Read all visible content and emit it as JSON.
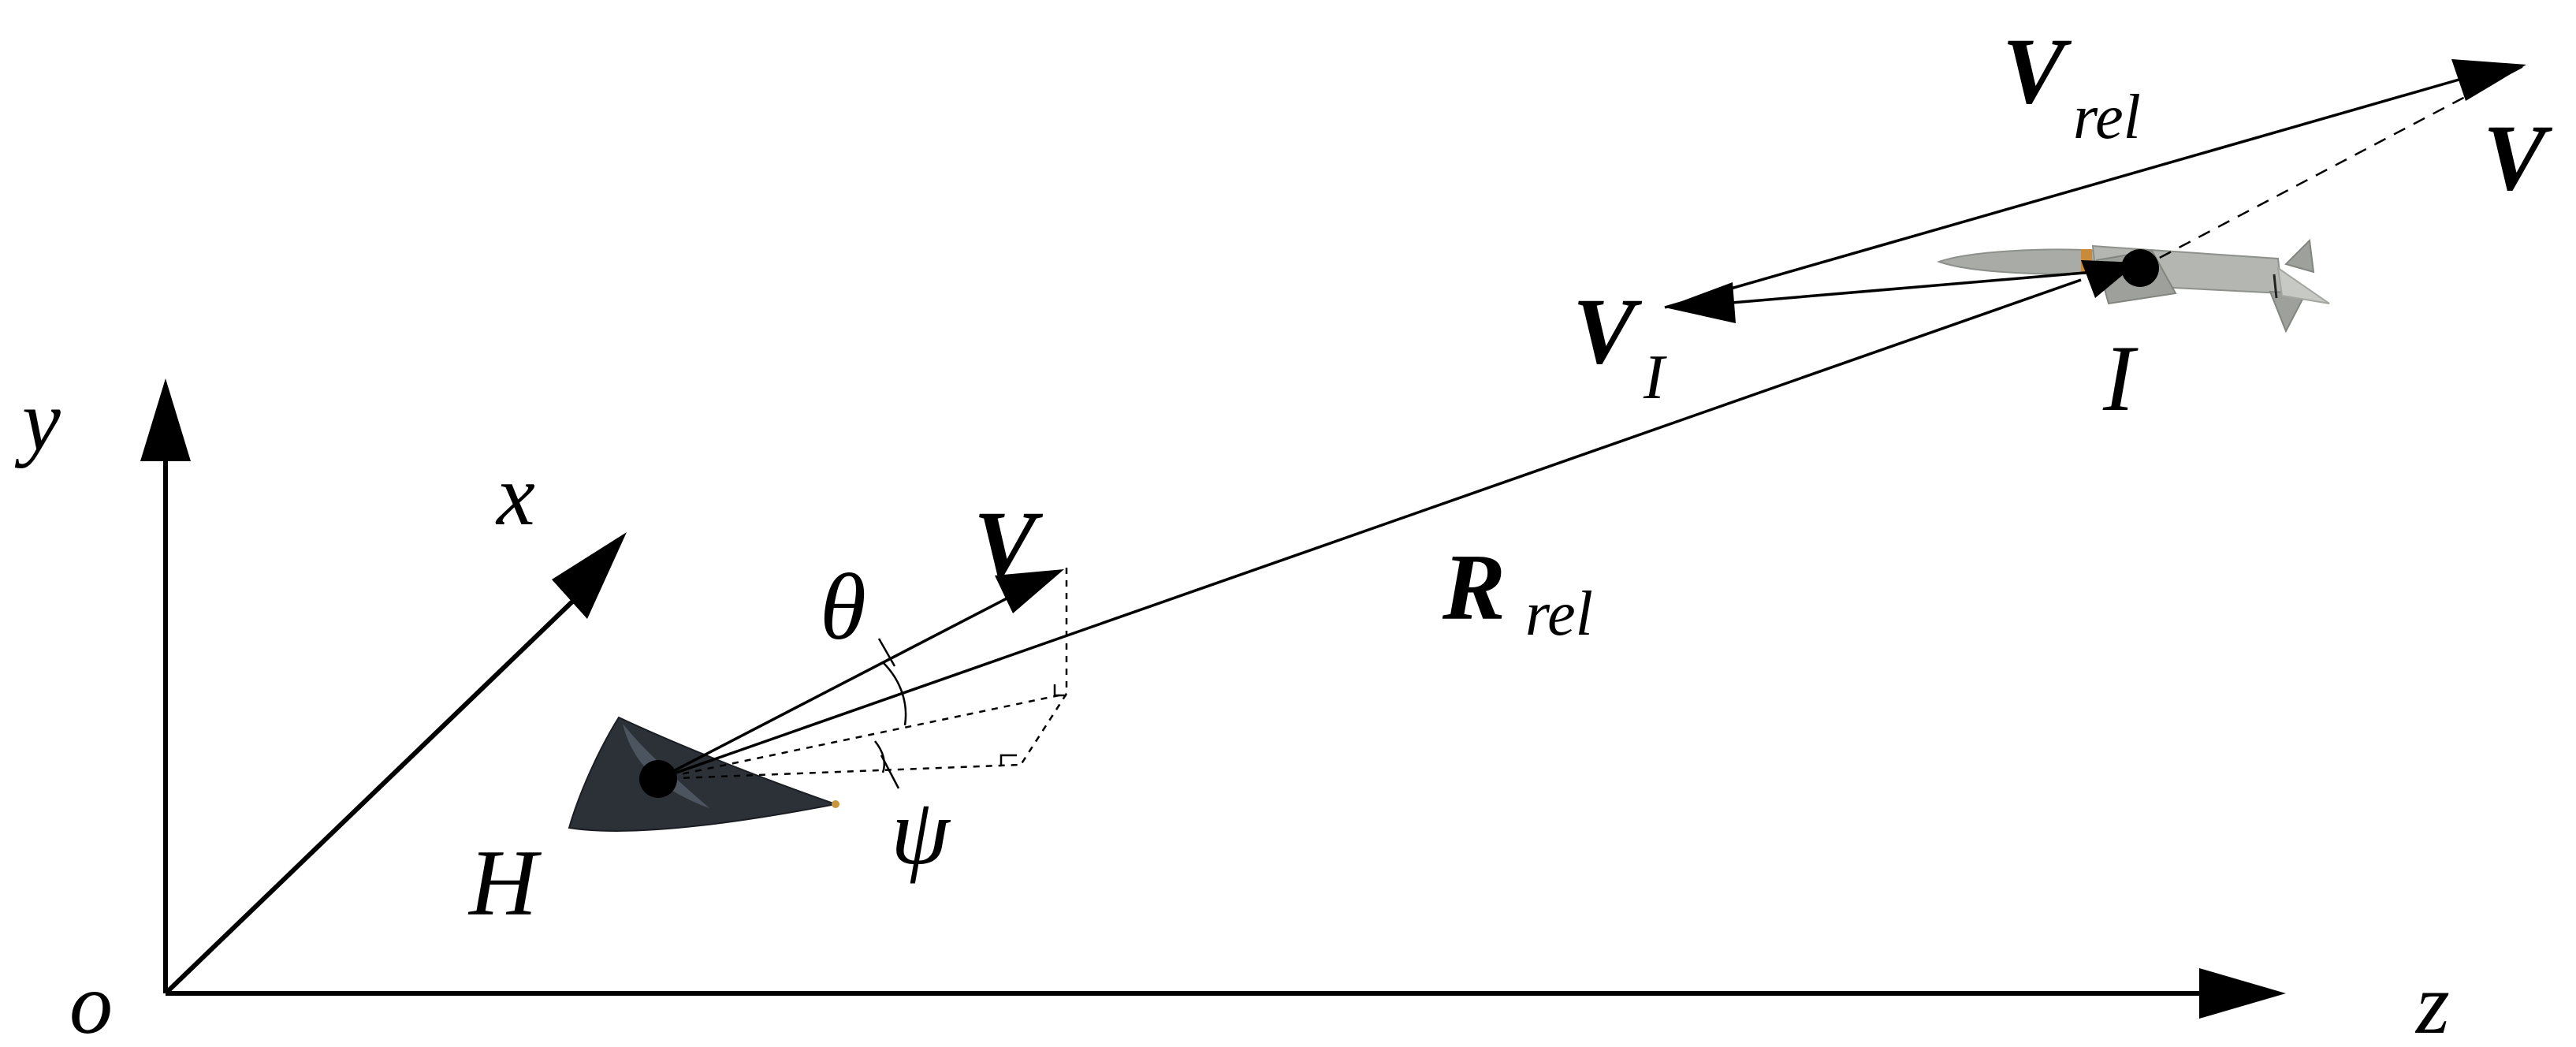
{
  "axes": {
    "x_label": "x",
    "y_label": "y",
    "z_label": "z",
    "origin_label": "o"
  },
  "hypersonic_vehicle": {
    "label": "H"
  },
  "interceptor": {
    "label": "I"
  },
  "angles": {
    "theta_label": "θ",
    "psi_label": "ψ"
  },
  "vectors": {
    "v_h_label": "V",
    "v_i_main": "V",
    "v_i_sub": "I",
    "v_rel_main": "V",
    "v_rel_sub": "rel",
    "v_dashed_label": "V",
    "r_rel_main": "R",
    "r_rel_sub": "rel"
  }
}
